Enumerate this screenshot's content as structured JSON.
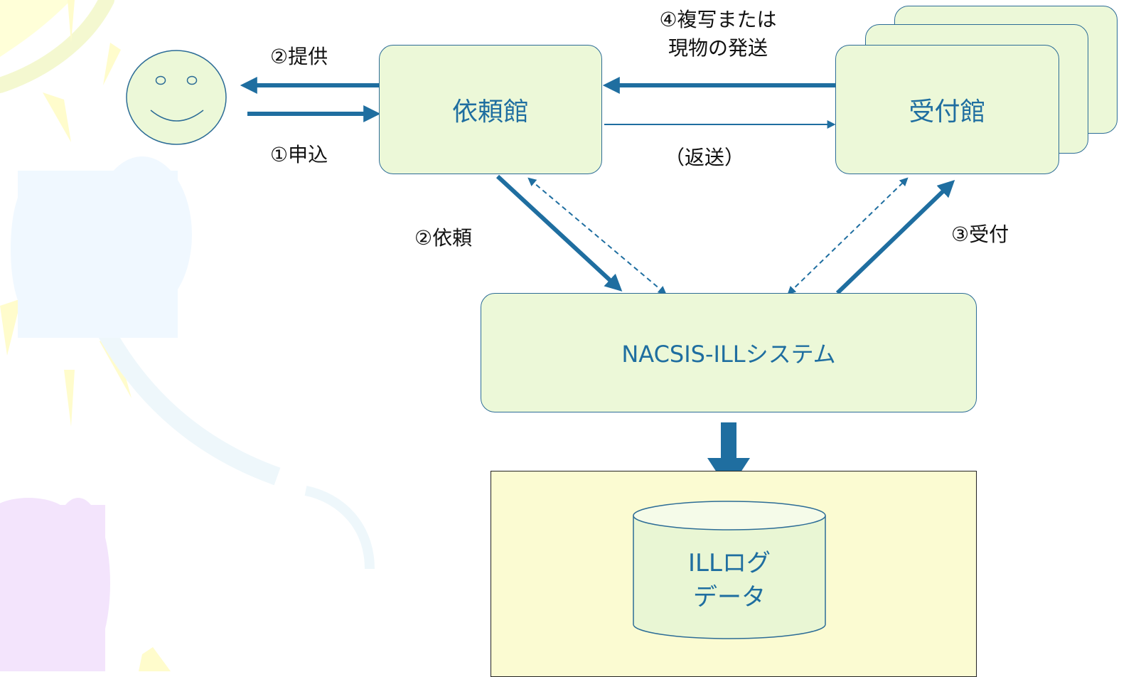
{
  "nodes": {
    "requesting_library": "依頼館",
    "receiving_library": "受付館",
    "nacsis_system": "NACSIS-ILLシステム",
    "log_data_line1": "ILLログ",
    "log_data_line2": "データ"
  },
  "edges": {
    "apply": "①申込",
    "provide": "②提供",
    "request": "②依頼",
    "accept": "③受付",
    "ship_line1": "④複写または",
    "ship_line2": "現物の発送",
    "return": "（返送）"
  },
  "icons": {
    "user": "smiley-face-icon",
    "database": "cylinder-database-icon"
  },
  "colors": {
    "node_fill": "#ecf8d8",
    "node_border": "#2c6c96",
    "node_text": "#1f6ea0",
    "arrow": "#1f6ea0",
    "log_area_fill": "#fbfbd2",
    "user_face_fill": "#ecf8d8"
  }
}
